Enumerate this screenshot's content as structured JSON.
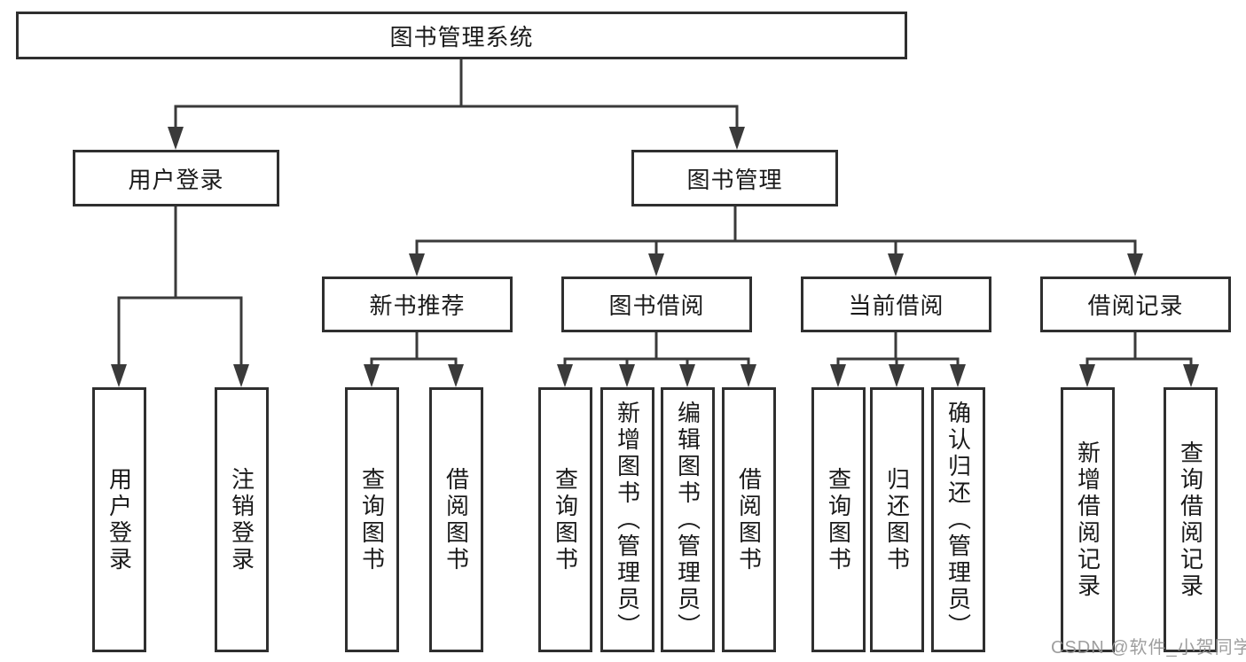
{
  "tree": {
    "root": {
      "label": "图书管理系统"
    },
    "branches": [
      {
        "label": "用户登录",
        "children": [
          {
            "label": "用户登录"
          },
          {
            "label": "注销登录"
          }
        ]
      },
      {
        "label": "图书管理",
        "children": [
          {
            "label": "新书推荐",
            "children": [
              {
                "label": "查询图书"
              },
              {
                "label": "借阅图书"
              }
            ]
          },
          {
            "label": "图书借阅",
            "children": [
              {
                "label": "查询图书"
              },
              {
                "label": "新增图书（管理员）"
              },
              {
                "label": "编辑图书（管理员）"
              },
              {
                "label": "借阅图书"
              }
            ]
          },
          {
            "label": "当前借阅",
            "children": [
              {
                "label": "查询图书"
              },
              {
                "label": "归还图书"
              },
              {
                "label": "确认归还（管理员）"
              }
            ]
          },
          {
            "label": "借阅记录",
            "children": [
              {
                "label": "新增借阅记录"
              },
              {
                "label": "查询借阅记录"
              }
            ]
          }
        ]
      }
    ]
  },
  "watermark": {
    "text": "CSDN @软件_小贺同学"
  },
  "colors": {
    "box_border": "#2f2f2f",
    "connector": "#3a3a3a",
    "text": "#1a1a1a",
    "watermark": "#949494",
    "background": "#ffffff"
  }
}
